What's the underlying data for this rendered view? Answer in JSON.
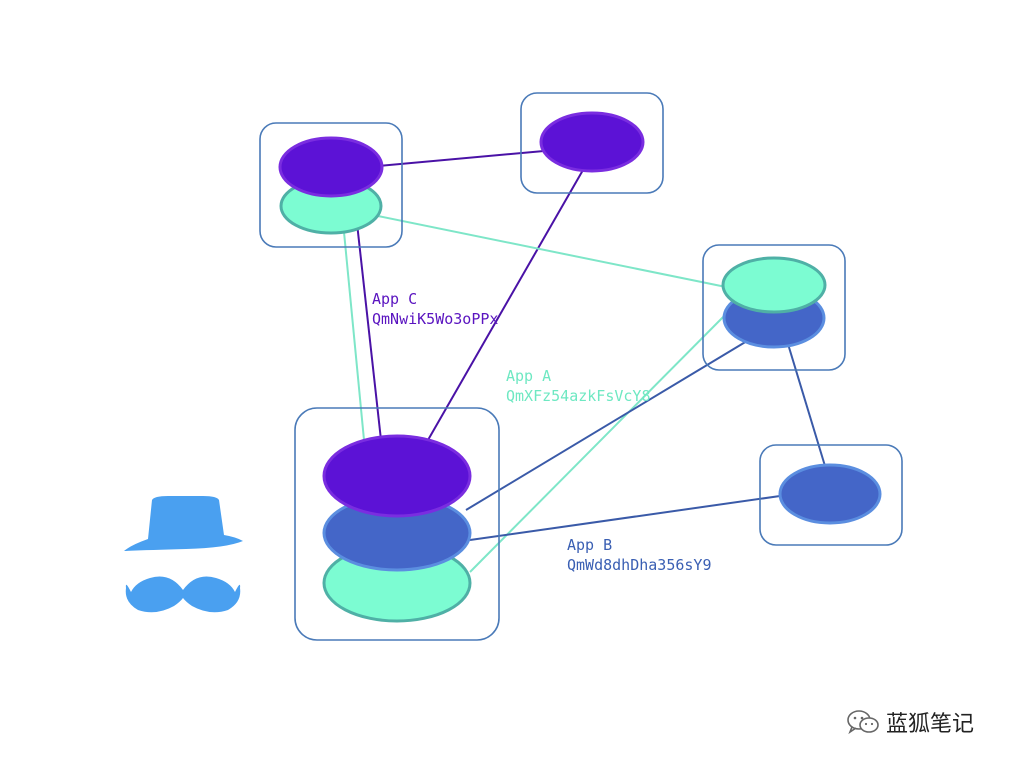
{
  "colors": {
    "box_stroke": "#4a7ab8",
    "purple": "#5c12d6",
    "purple_stroke": "#7a2de0",
    "mint": "#7cfcd2",
    "mint_stroke": "#4fb0a6",
    "blue": "#4466c8",
    "blue_stroke": "#5b8ee0",
    "line_purple": "#4a12a6",
    "line_mint": "#7ee6c8",
    "line_blue": "#3a5aa8",
    "icon": "#4aa0f0"
  },
  "apps": [
    {
      "name": "App C",
      "hash": "QmNwiK5Wo3oPPx"
    },
    {
      "name": "App A",
      "hash": "QmXFz54azkFsVcY8"
    },
    {
      "name": "App B",
      "hash": "QmWd8dhDha356sY9"
    }
  ],
  "watermark": {
    "text": "蓝狐笔记",
    "icon": "wechat-icon"
  },
  "icons": {
    "hat": "hat-icon",
    "mustache": "mustache-icon"
  }
}
